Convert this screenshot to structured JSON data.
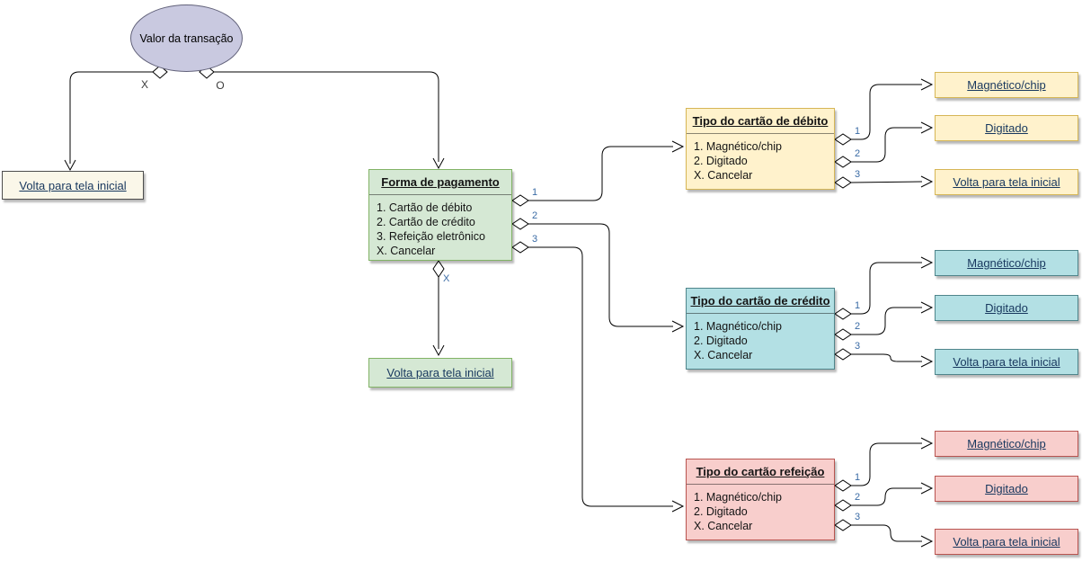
{
  "colors": {
    "start_fill": "#C9C9E0",
    "start_stroke": "#62627A",
    "note_fill": "#FAF7E9",
    "note_stroke": "#4D4D4D",
    "green_fill": "#D5E8D4",
    "green_stroke": "#82B366",
    "yellow_fill": "#FFF2CC",
    "yellow_stroke": "#D6B656",
    "teal_fill": "#B3E0E4",
    "teal_stroke": "#4F858B",
    "red_fill": "#F8CECC",
    "red_stroke": "#B85450",
    "link_text": "#17375E",
    "connector_label": "#3A6BA5"
  },
  "start_node": {
    "label": "Valor da transação"
  },
  "branches": {
    "cancel_label": "X",
    "confirm_label": "O"
  },
  "home_node_left": {
    "label": "Volta para tela inicial"
  },
  "payment_menu": {
    "title": "Forma de pagamento",
    "items": [
      "1. Cartão de débito",
      "2. Cartão de crédito",
      "3. Refeição eletrônico",
      "X. Cancelar"
    ],
    "connectors": [
      "1",
      "2",
      "3"
    ],
    "cancel_connector": "X"
  },
  "payment_home_node": {
    "label": "Volta para tela inicial"
  },
  "menus": [
    {
      "title": "Tipo do cartão de débito",
      "items": [
        "1. Magnético/chip",
        "2. Digitado",
        "X. Cancelar"
      ],
      "connectors": [
        "1",
        "2",
        "3"
      ],
      "outputs": [
        "Magnético/chip",
        "Digitado",
        "Volta para tela inicial"
      ]
    },
    {
      "title": "Tipo do cartão de crédito",
      "items": [
        "1. Magnético/chip",
        "2. Digitado",
        "X. Cancelar"
      ],
      "connectors": [
        "1",
        "2",
        "3"
      ],
      "outputs": [
        "Magnético/chip",
        "Digitado",
        "Volta para tela inicial"
      ]
    },
    {
      "title": "Tipo do cartão refeição",
      "items": [
        "1. Magnético/chip",
        "2. Digitado",
        "X. Cancelar"
      ],
      "connectors": [
        "1",
        "2",
        "3"
      ],
      "outputs": [
        "Magnético/chip",
        "Digitado",
        "Volta para tela inicial"
      ]
    }
  ]
}
